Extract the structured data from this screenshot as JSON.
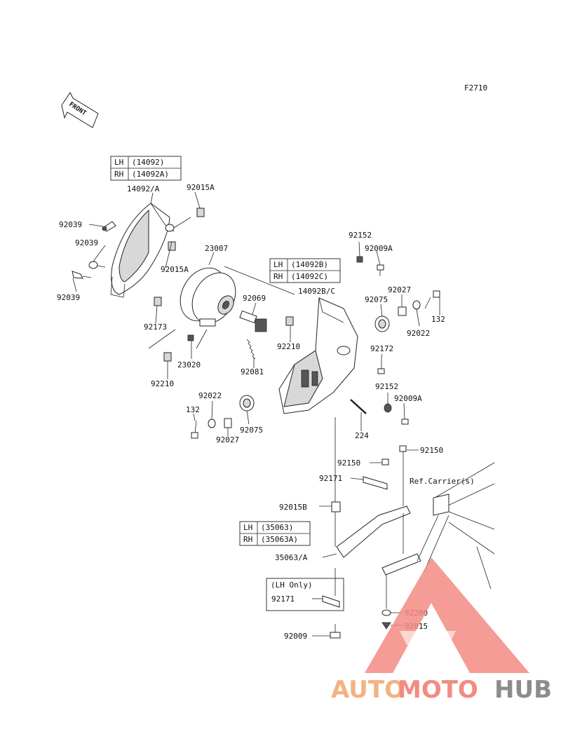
{
  "figure_code": "F2710",
  "front_indicator": "FRONT",
  "variant_tables": [
    {
      "rows": [
        {
          "side": "LH",
          "part": "(14092)"
        },
        {
          "side": "RH",
          "part": "(14092A)"
        }
      ]
    },
    {
      "rows": [
        {
          "side": "LH",
          "part": "(14092B)"
        },
        {
          "side": "RH",
          "part": "(14092C)"
        }
      ]
    },
    {
      "rows": [
        {
          "side": "LH",
          "part": "(35063)"
        },
        {
          "side": "RH",
          "part": "(35063A)"
        }
      ]
    }
  ],
  "lh_only_note": "(LH Only)",
  "reference_label": "Ref.Carrier(s)",
  "part_labels": {
    "p14092A": "14092/A",
    "p92015A_top": "92015A",
    "p92039_a": "92039",
    "p92039_b": "92039",
    "p92039_c": "92039",
    "p92015A_mid": "92015A",
    "p23007": "23007",
    "p92173": "92173",
    "p92069": "92069",
    "p92210_a": "92210",
    "p23020": "23020",
    "p92210_b": "92210",
    "p92081": "92081",
    "p92152_top": "92152",
    "p92009A_top": "92009A",
    "p14092BC": "14092B/C",
    "p92027_right": "92027",
    "p92075_right": "92075",
    "p132_right": "132",
    "p92022_right": "92022",
    "p92172": "92172",
    "p92152_mid": "92152",
    "p92009A_mid": "92009A",
    "p92022_left": "92022",
    "p132_left": "132",
    "p92027_left": "92027",
    "p92075_left": "92075",
    "p224": "224",
    "p92150_a": "92150",
    "p92150_b": "92150",
    "p92171_a": "92171",
    "p92015B": "92015B",
    "p35063A": "35063/A",
    "p92171_b": "92171",
    "p92009": "92009",
    "p92200": "92200",
    "p92015": "92015"
  },
  "watermark": {
    "part1": "AUTO",
    "part2": "MOTO",
    "part3": "HUB",
    "colors": {
      "auto": "#f4b183",
      "moto": "#f28b82",
      "hub": "#8c8c8c",
      "triangle": "#f28b82"
    }
  }
}
